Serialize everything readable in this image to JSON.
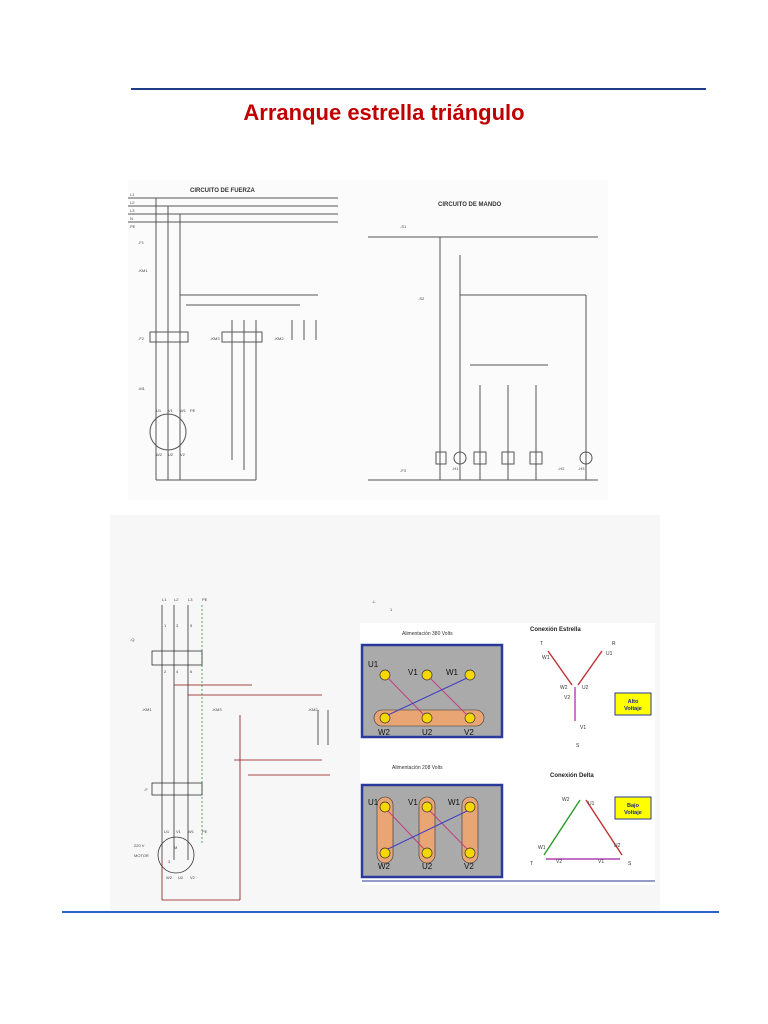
{
  "title": "Arranque estrella triángulo",
  "colors": {
    "title": "#c00000",
    "rule_top": "#1f3c88",
    "rule_bottom": "#2e62c9",
    "motor_box": "#2a3a9a",
    "callout": "#ffff00"
  },
  "top_diagram": {
    "power_title": "CIRCUITO DE FUERZA",
    "control_title": "CIRCUITO DE MANDO",
    "labels": [
      "L1",
      "L2",
      "L3",
      "N",
      "PE",
      "-F1",
      "-KM1",
      "-F2",
      "-KM3",
      "-KM2",
      "-M1",
      "U1",
      "V1",
      "W1",
      "PE",
      "W2",
      "U2",
      "V2",
      "-S1",
      "-S2",
      "-H1",
      "-H2",
      "-H3",
      "-F3"
    ]
  },
  "bottom_left": {
    "lines": [
      "L1",
      "L2",
      "L3",
      "PE"
    ],
    "devices": [
      "-Q",
      "-KM1",
      "-KM3",
      "-KM2",
      "-F"
    ],
    "numbers": [
      "1",
      "2",
      "3",
      "4",
      "5",
      "6"
    ],
    "motor_voltage": "220 V",
    "motor_label": "MOTOR",
    "motor_symbol": "M",
    "motor_phase": "3",
    "motor_top_terms": [
      "U1",
      "V1",
      "W1",
      "PE"
    ],
    "motor_bottom_terms": [
      "W2",
      "U2",
      "V2"
    ],
    "small_switch": [
      "-L",
      "1"
    ]
  },
  "star_box": {
    "supply": "Alimentación   380 Volts",
    "top_terms": [
      "U1",
      "V1",
      "W1"
    ],
    "bottom_terms": [
      "W2",
      "U2",
      "V2"
    ]
  },
  "delta_box": {
    "supply": "Alimentación   208 Volts",
    "top_terms": [
      "U1",
      "V1",
      "W1"
    ],
    "bottom_terms": [
      "W2",
      "U2",
      "V2"
    ]
  },
  "star_schematic": {
    "title": "Conexión Estrella",
    "labels": [
      "T",
      "R",
      "W1",
      "U1",
      "W2",
      "U2",
      "V2",
      "V1",
      "S"
    ],
    "callout": "Alto\nVoltaje"
  },
  "delta_schematic": {
    "title": "Conexión Delta",
    "labels": [
      "W2",
      "U1",
      "W1",
      "U2",
      "T",
      "V2",
      "V1",
      "S"
    ],
    "callout": "Bajo\nVoltaje"
  }
}
